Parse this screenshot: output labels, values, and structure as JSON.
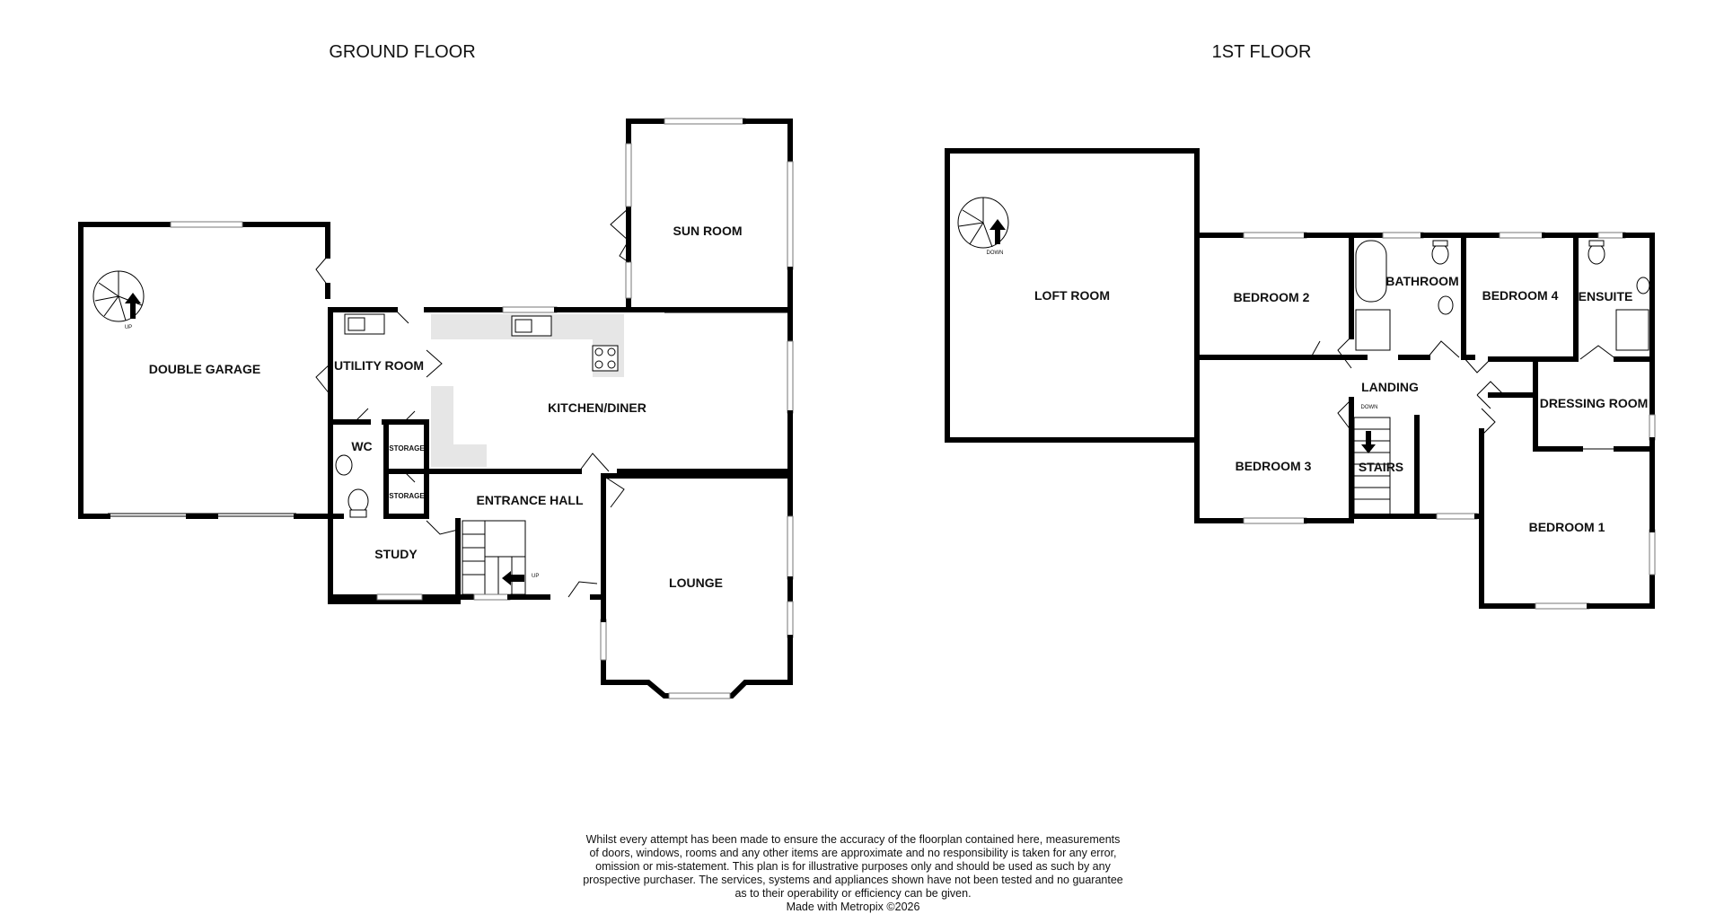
{
  "floors": [
    {
      "title": "GROUND FLOOR",
      "rooms": {
        "double_garage": "DOUBLE GARAGE",
        "utility_room": "UTILITY ROOM",
        "wc": "WC",
        "storage_1": "STORAGE",
        "storage_2": "STORAGE",
        "sun_room": "SUN ROOM",
        "kitchen_diner": "KITCHEN/DINER",
        "entrance_hall": "ENTRANCE HALL",
        "study": "STUDY",
        "lounge": "LOUNGE"
      },
      "stair_labels": {
        "garage_up": "UP",
        "hall_up": "UP"
      }
    },
    {
      "title": "1ST FLOOR",
      "rooms": {
        "loft_room": "LOFT ROOM",
        "bedroom_2": "BEDROOM 2",
        "bathroom": "BATHROOM",
        "bedroom_4": "BEDROOM 4",
        "ensuite": "ENSUITE",
        "landing": "LANDING",
        "dressing_room": "DRESSING ROOM",
        "bedroom_3": "BEDROOM 3",
        "stairs": "STAIRS",
        "bedroom_1": "BEDROOM 1"
      },
      "stair_labels": {
        "loft_down": "DOWN",
        "landing_down": "DOWN"
      }
    }
  ],
  "disclaimer": {
    "lines": [
      "Whilst every attempt has been made to ensure the accuracy of the floorplan contained here, measurements",
      "of doors, windows, rooms and any other items are approximate and no responsibility is taken for any error,",
      "omission or mis-statement. This plan is for illustrative purposes only and should be used as such by any",
      "prospective purchaser. The services, systems and appliances shown have not been tested and no guarantee",
      "as to their operability or efficiency can be given."
    ],
    "credit": "Made with Metropix ©2026"
  }
}
